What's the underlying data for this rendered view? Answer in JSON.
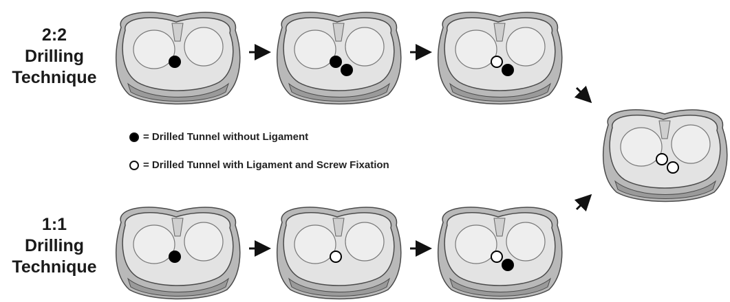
{
  "rows": [
    {
      "label_lines": [
        "2:2",
        "Drilling",
        "Technique"
      ]
    },
    {
      "label_lines": [
        "1:1",
        "Drilling",
        "Technique"
      ]
    }
  ],
  "legend": [
    {
      "symbol": "filled-circle",
      "text": "= Drilled Tunnel without Ligament"
    },
    {
      "symbol": "open-circle",
      "text": "= Drilled Tunnel with Ligament and Screw Fixation"
    }
  ],
  "steps": [
    {
      "row": 0,
      "step": 1,
      "tunnels": [
        "filled"
      ]
    },
    {
      "row": 0,
      "step": 2,
      "tunnels": [
        "filled",
        "filled"
      ]
    },
    {
      "row": 0,
      "step": 3,
      "tunnels": [
        "open",
        "filled"
      ]
    },
    {
      "row": 1,
      "step": 1,
      "tunnels": [
        "filled"
      ]
    },
    {
      "row": 1,
      "step": 2,
      "tunnels": [
        "open"
      ]
    },
    {
      "row": 1,
      "step": 3,
      "tunnels": [
        "open",
        "filled"
      ]
    },
    {
      "row": "final",
      "step": 4,
      "tunnels": [
        "open",
        "open"
      ]
    }
  ],
  "colors": {
    "bone": "#b9b9b9",
    "plateau": "#e3e3e3",
    "outline": "#4a4a4a",
    "filled_tunnel": "#000000",
    "open_tunnel": "#ffffff"
  }
}
